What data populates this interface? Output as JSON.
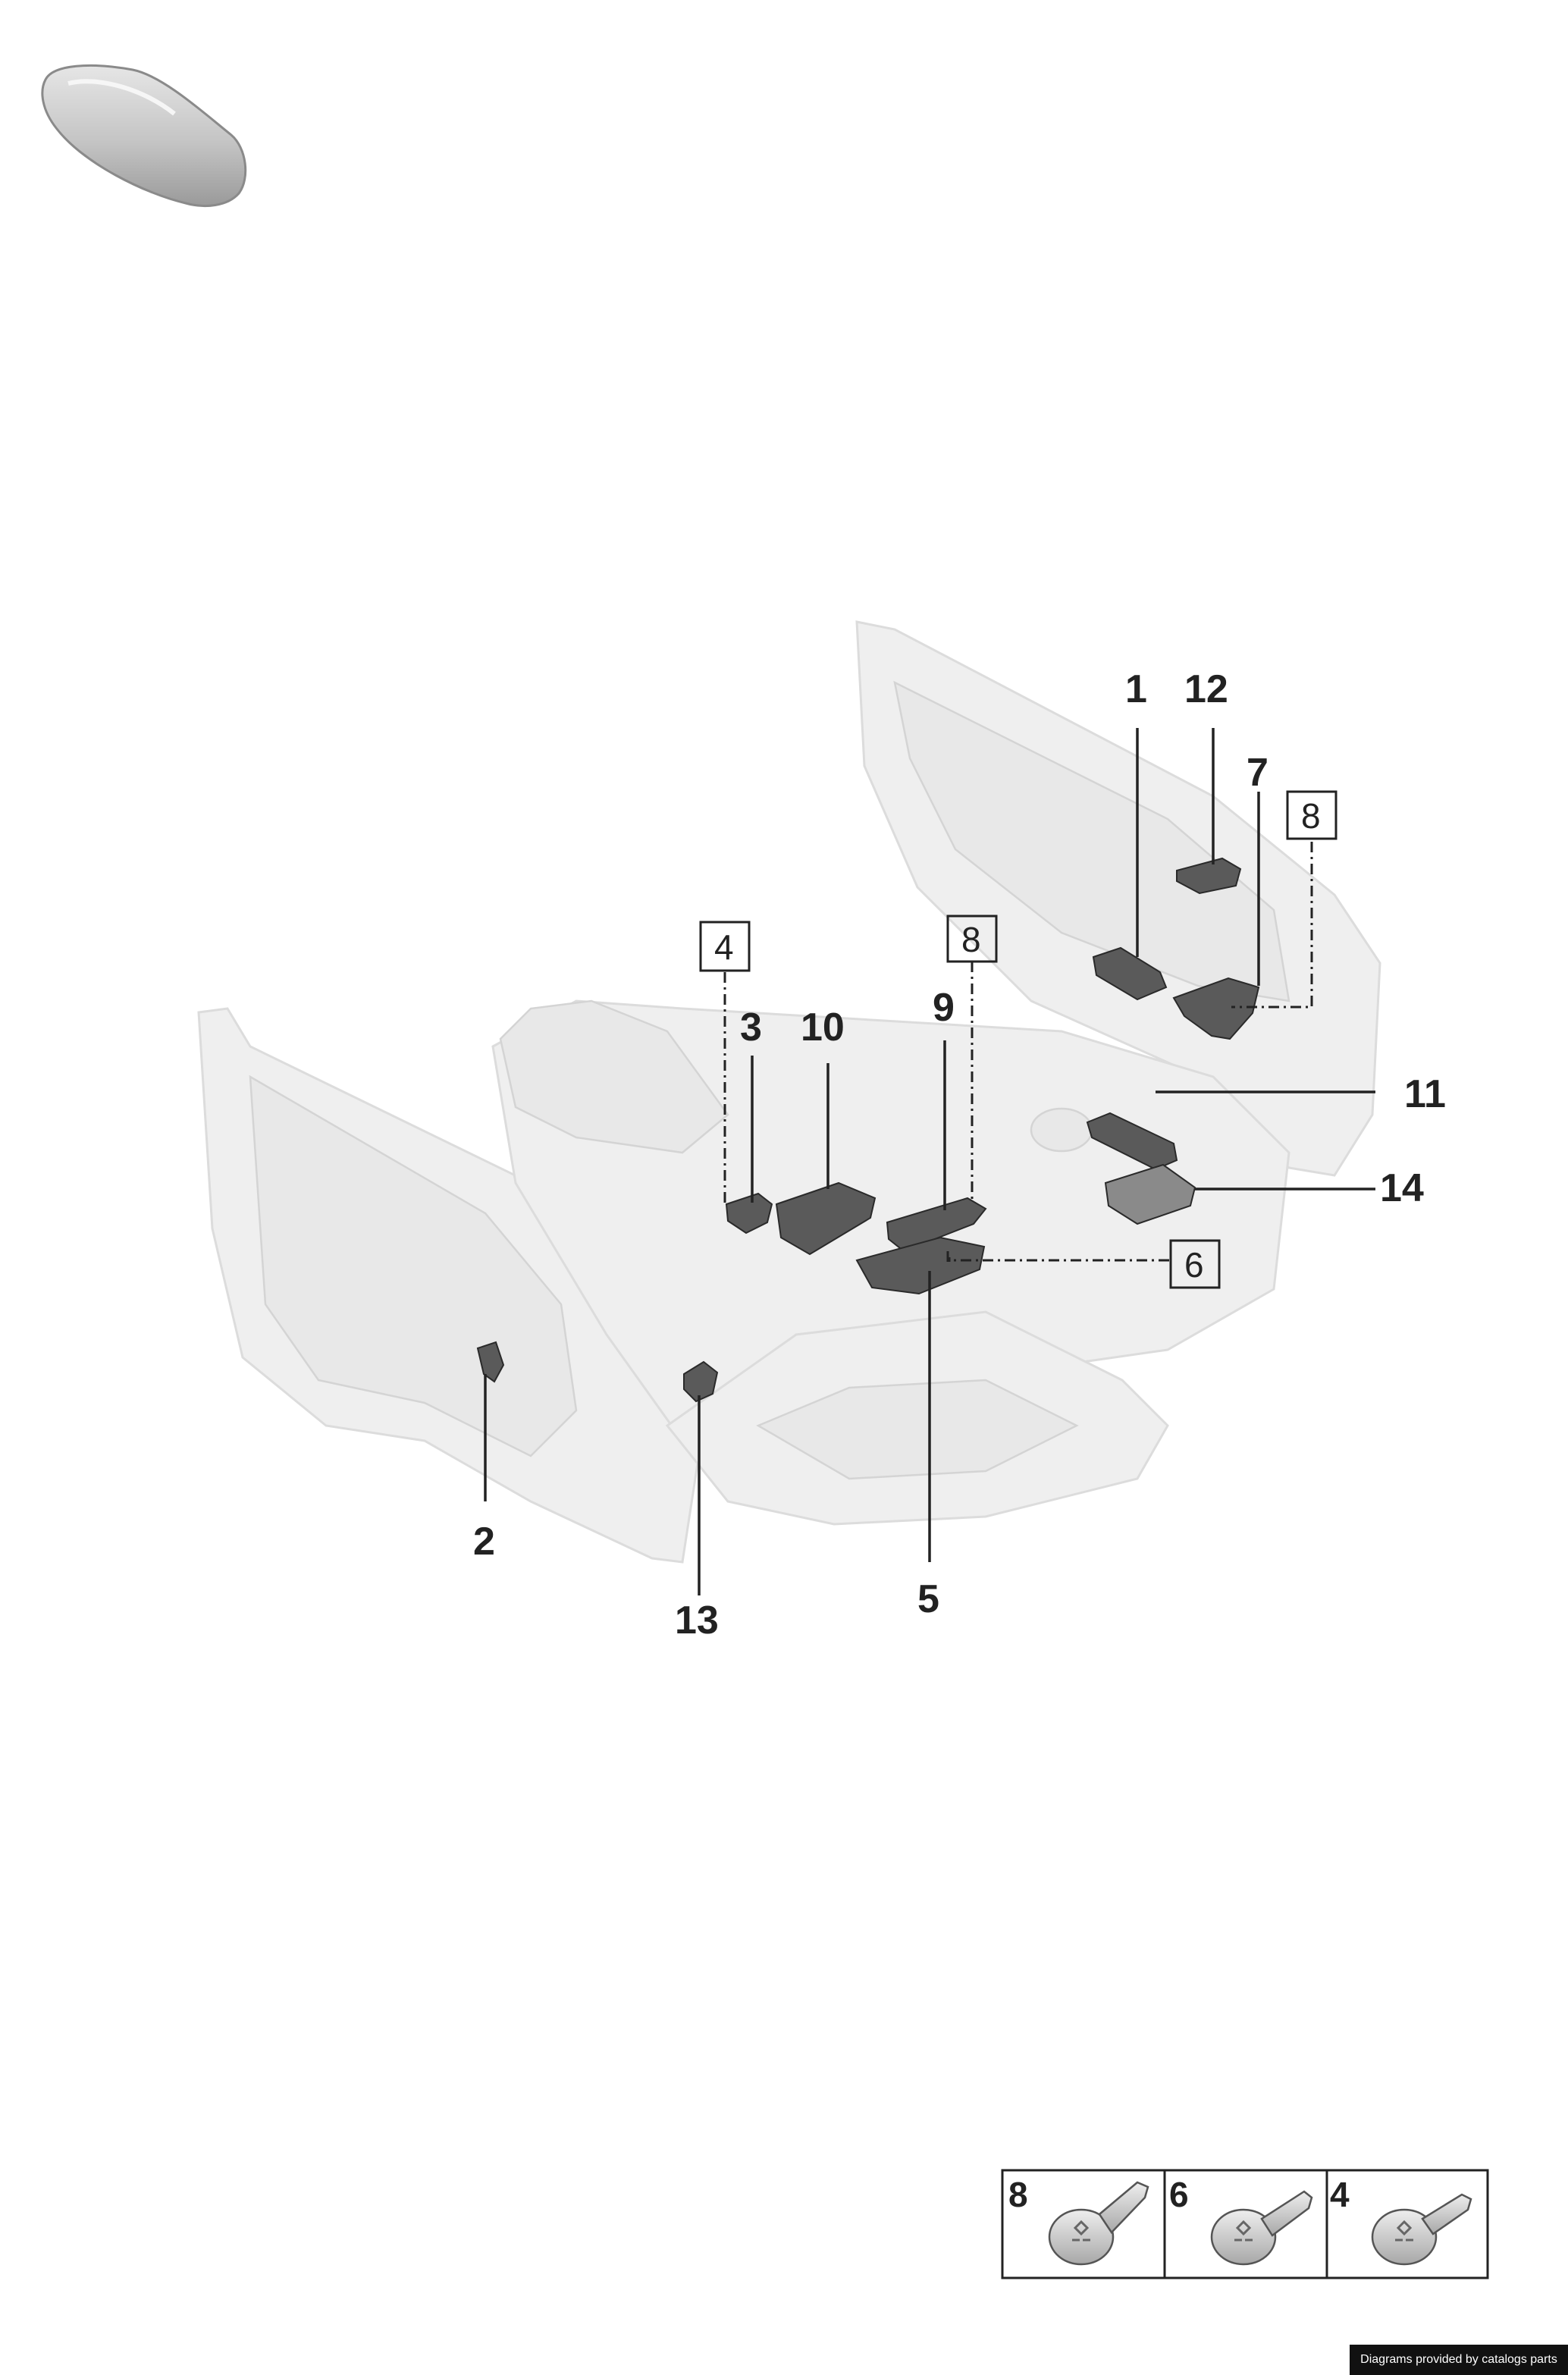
{
  "callouts": {
    "c1": "1",
    "c2": "2",
    "c3": "3",
    "c5": "5",
    "c7": "7",
    "c9": "9",
    "c10": "10",
    "c11": "11",
    "c12": "12",
    "c13": "13",
    "c14": "14"
  },
  "boxed_refs": {
    "b4": "4",
    "b6": "6",
    "b8a": "8",
    "b8b": "8"
  },
  "screw_panel": [
    {
      "number": "8",
      "icon": "torx-bolt-icon"
    },
    {
      "number": "6",
      "icon": "torx-bolt-icon"
    },
    {
      "number": "4",
      "icon": "torx-bolt-icon"
    }
  ],
  "credit": "Diagrams provided by catalogs parts"
}
